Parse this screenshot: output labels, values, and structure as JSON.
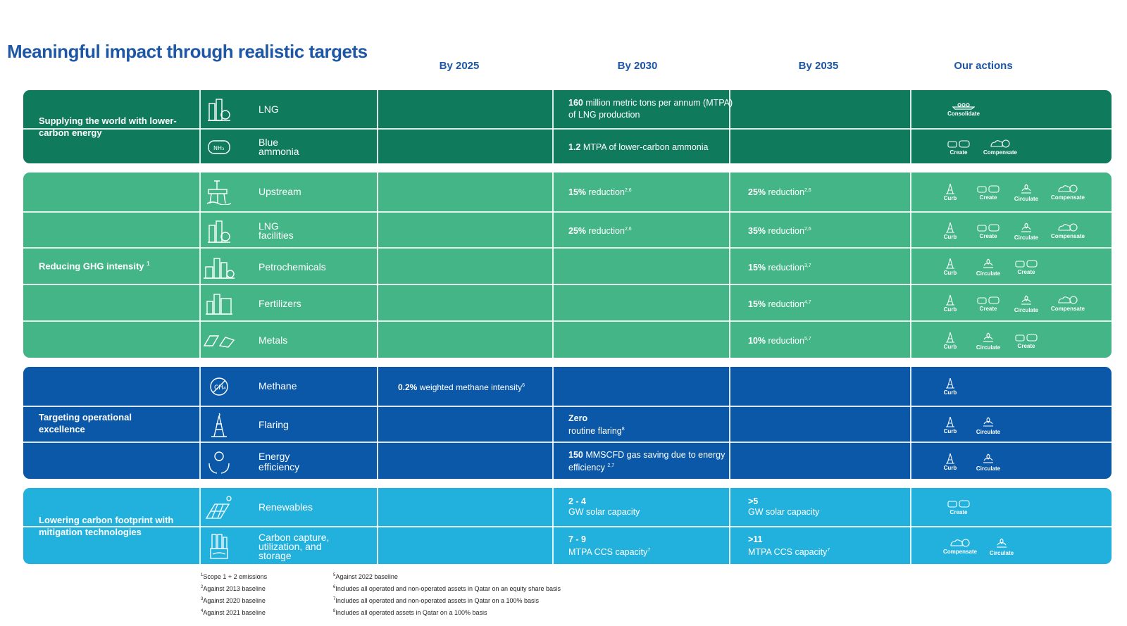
{
  "title": "Meaningful impact through realistic targets",
  "columns": {
    "by2025": "By 2025",
    "by2030": "By 2030",
    "by2035": "By 2035",
    "actions": "Our actions"
  },
  "categories": {
    "supplying": "Supplying the world with lower-carbon energy",
    "reducing": "Reducing GHG intensity",
    "reducing_sup": "1",
    "targeting": "Targeting operational excellence",
    "lowering": "Lowering carbon footprint with mitigation technologies"
  },
  "rows": {
    "lng": {
      "label": "LNG",
      "t2030_bold": "160",
      "t2030": " million metric tons per annum (MTPA) of LNG production"
    },
    "ammonia": {
      "label": "Blue ammonia",
      "t2030_bold": "1.2",
      "t2030": " MTPA of lower-carbon ammonia"
    },
    "upstream": {
      "label": "Upstream",
      "t2030_bold": "15%",
      "t2030": " reduction",
      "t2030_sup": "2,6",
      "t2035_bold": "25%",
      "t2035": " reduction",
      "t2035_sup": "2,6"
    },
    "lngfac": {
      "label": "LNG facilities",
      "t2030_bold": "25%",
      "t2030": " reduction",
      "t2030_sup": "2,6",
      "t2035_bold": "35%",
      "t2035": " reduction",
      "t2035_sup": "2,6"
    },
    "petro": {
      "label": "Petrochemicals",
      "t2035_bold": "15%",
      "t2035": " reduction",
      "t2035_sup": "3,7"
    },
    "fert": {
      "label": "Fertilizers",
      "t2035_bold": "15%",
      "t2035": " reduction",
      "t2035_sup": "4,7"
    },
    "metals": {
      "label": "Metals",
      "t2035_bold": "10%",
      "t2035": " reduction",
      "t2035_sup": "5,7"
    },
    "methane": {
      "label": "Methane",
      "t2025_bold": "0.2%",
      "t2025": " weighted methane intensity",
      "t2025_sup": "6"
    },
    "flaring": {
      "label": "Flaring",
      "t2030_bold": "Zero",
      "t2030": "routine flaring",
      "t2030_sup": "8"
    },
    "energy": {
      "label": "Energy efficiency",
      "t2030_bold": "150",
      "t2030": " MMSCFD gas saving due to energy efficiency ",
      "t2030_sup": "2,7"
    },
    "renew": {
      "label": "Renewables",
      "t2030_bold": "2 - 4",
      "t2030": "GW solar capacity",
      "t2035_bold": ">5",
      "t2035": "GW solar capacity"
    },
    "ccus": {
      "label": "Carbon capture, utilization, and storage",
      "t2030_bold": "7 - 9",
      "t2030": "MTPA CCS capacity",
      "t2030_sup": "7",
      "t2035_bold": ">11",
      "t2035": "MTPA CCS capacity",
      "t2035_sup": "7"
    }
  },
  "actions": {
    "consolidate": "Consolidate",
    "create": "Create",
    "compensate": "Compensate",
    "curb": "Curb",
    "circulate": "Circulate"
  },
  "footnotes_left": [
    {
      "n": "1",
      "t": "Scope 1 + 2 emissions"
    },
    {
      "n": "2",
      "t": "Against 2013 baseline"
    },
    {
      "n": "3",
      "t": "Against 2020 baseline"
    },
    {
      "n": "4",
      "t": "Against 2021 baseline"
    }
  ],
  "footnotes_right": [
    {
      "n": "5",
      "t": "Against 2022 baseline"
    },
    {
      "n": "6",
      "t": "Includes all operated and non-operated assets in Qatar on an equity share basis"
    },
    {
      "n": "7",
      "t": "Includes all operated and non-operated assets in Qatar on a 100% basis"
    },
    {
      "n": "8",
      "t": "Includes all operated assets in Qatar on a 100% basis"
    }
  ]
}
